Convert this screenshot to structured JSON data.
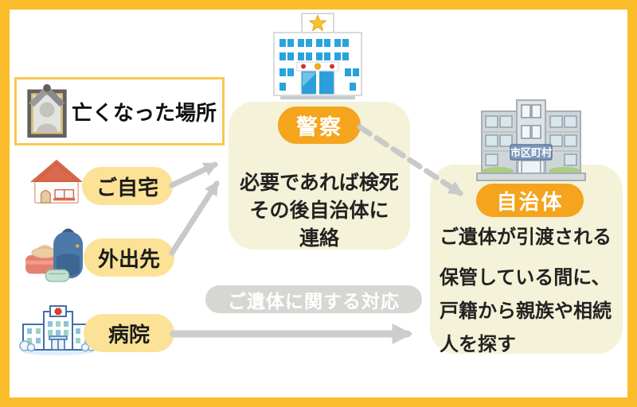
{
  "legend": {
    "title": "亡くなった場所"
  },
  "sources": [
    {
      "label": "ご自宅"
    },
    {
      "label": "外出先"
    },
    {
      "label": "病院"
    }
  ],
  "police": {
    "badge": "警察",
    "note_lines": [
      "必要であれば検死",
      "その後自治体に",
      "連絡"
    ]
  },
  "municipality": {
    "badge": "自治体",
    "building_sign": "市区町村",
    "lines": [
      "ご遺体が引渡される",
      "保管している間に、",
      "戸籍から親族や相続",
      "人を探す"
    ]
  },
  "flow": {
    "hospital_arrow_label": "ご遺体に関する対応"
  },
  "colors": {
    "page_border": "#FBBD2B",
    "badge_orange": "#F4A41D",
    "pill_yellow": "#FBE296",
    "panel_cream": "#F4F2D8",
    "arrow_gray": "#C9C9C9",
    "gray_badge": "#D6D6D2"
  }
}
